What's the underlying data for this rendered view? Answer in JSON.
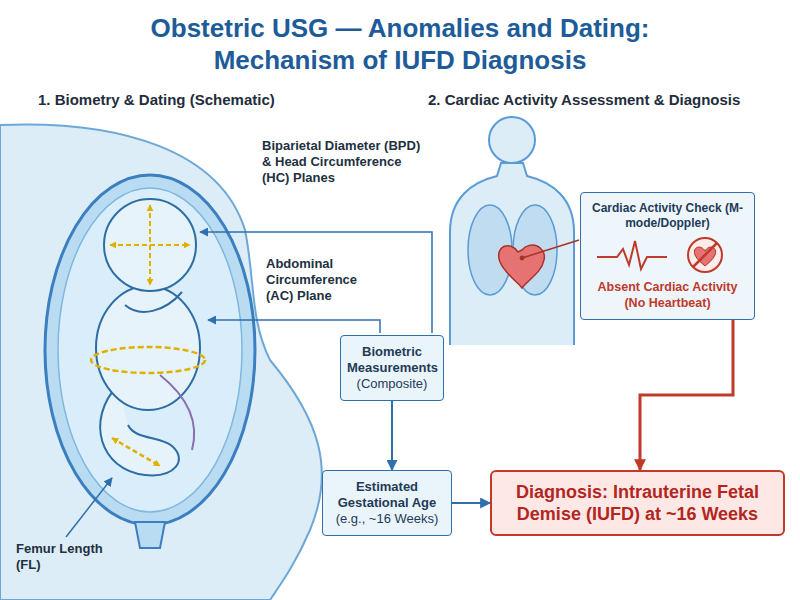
{
  "diagram": {
    "title": "Obstetric USG — Anomalies and Dating: Mechanism of IUFD Diagnosis",
    "nodes": [
      {
        "text": [
          "Biometric Measurements",
          "(Composite)"
        ]
      },
      {
        "text": [
          "Estimated Gestational Age",
          "(e.g., ~16 Weeks)"
        ]
      },
      {
        "text": [
          "Cardiac Activity Check (M-mode/Doppler)",
          "Absent Cardiac Activity (No Heartbeat)"
        ]
      },
      {
        "text": [
          "Diagnosis: Intrauterine Fetal Demise (IUFD) at ~16 Weeks"
        ]
      }
    ],
    "edges": [
      {
        "from": 0,
        "to": 1,
        "arrow": "to"
      },
      {
        "from": 1,
        "to": 3,
        "arrow": "to"
      },
      {
        "from": 2,
        "to": 3,
        "arrow": "to"
      }
    ],
    "labels": [
      "1. Biometry & Dating (Schematic)",
      "2. Cardiac Activity Assessment & Diagnosis",
      "Biparietal Diameter (BPD) & Head Circumference (HC) Planes",
      "Abdominal Circumference (AC) Plane",
      "Femur Length (FL)"
    ]
  }
}
